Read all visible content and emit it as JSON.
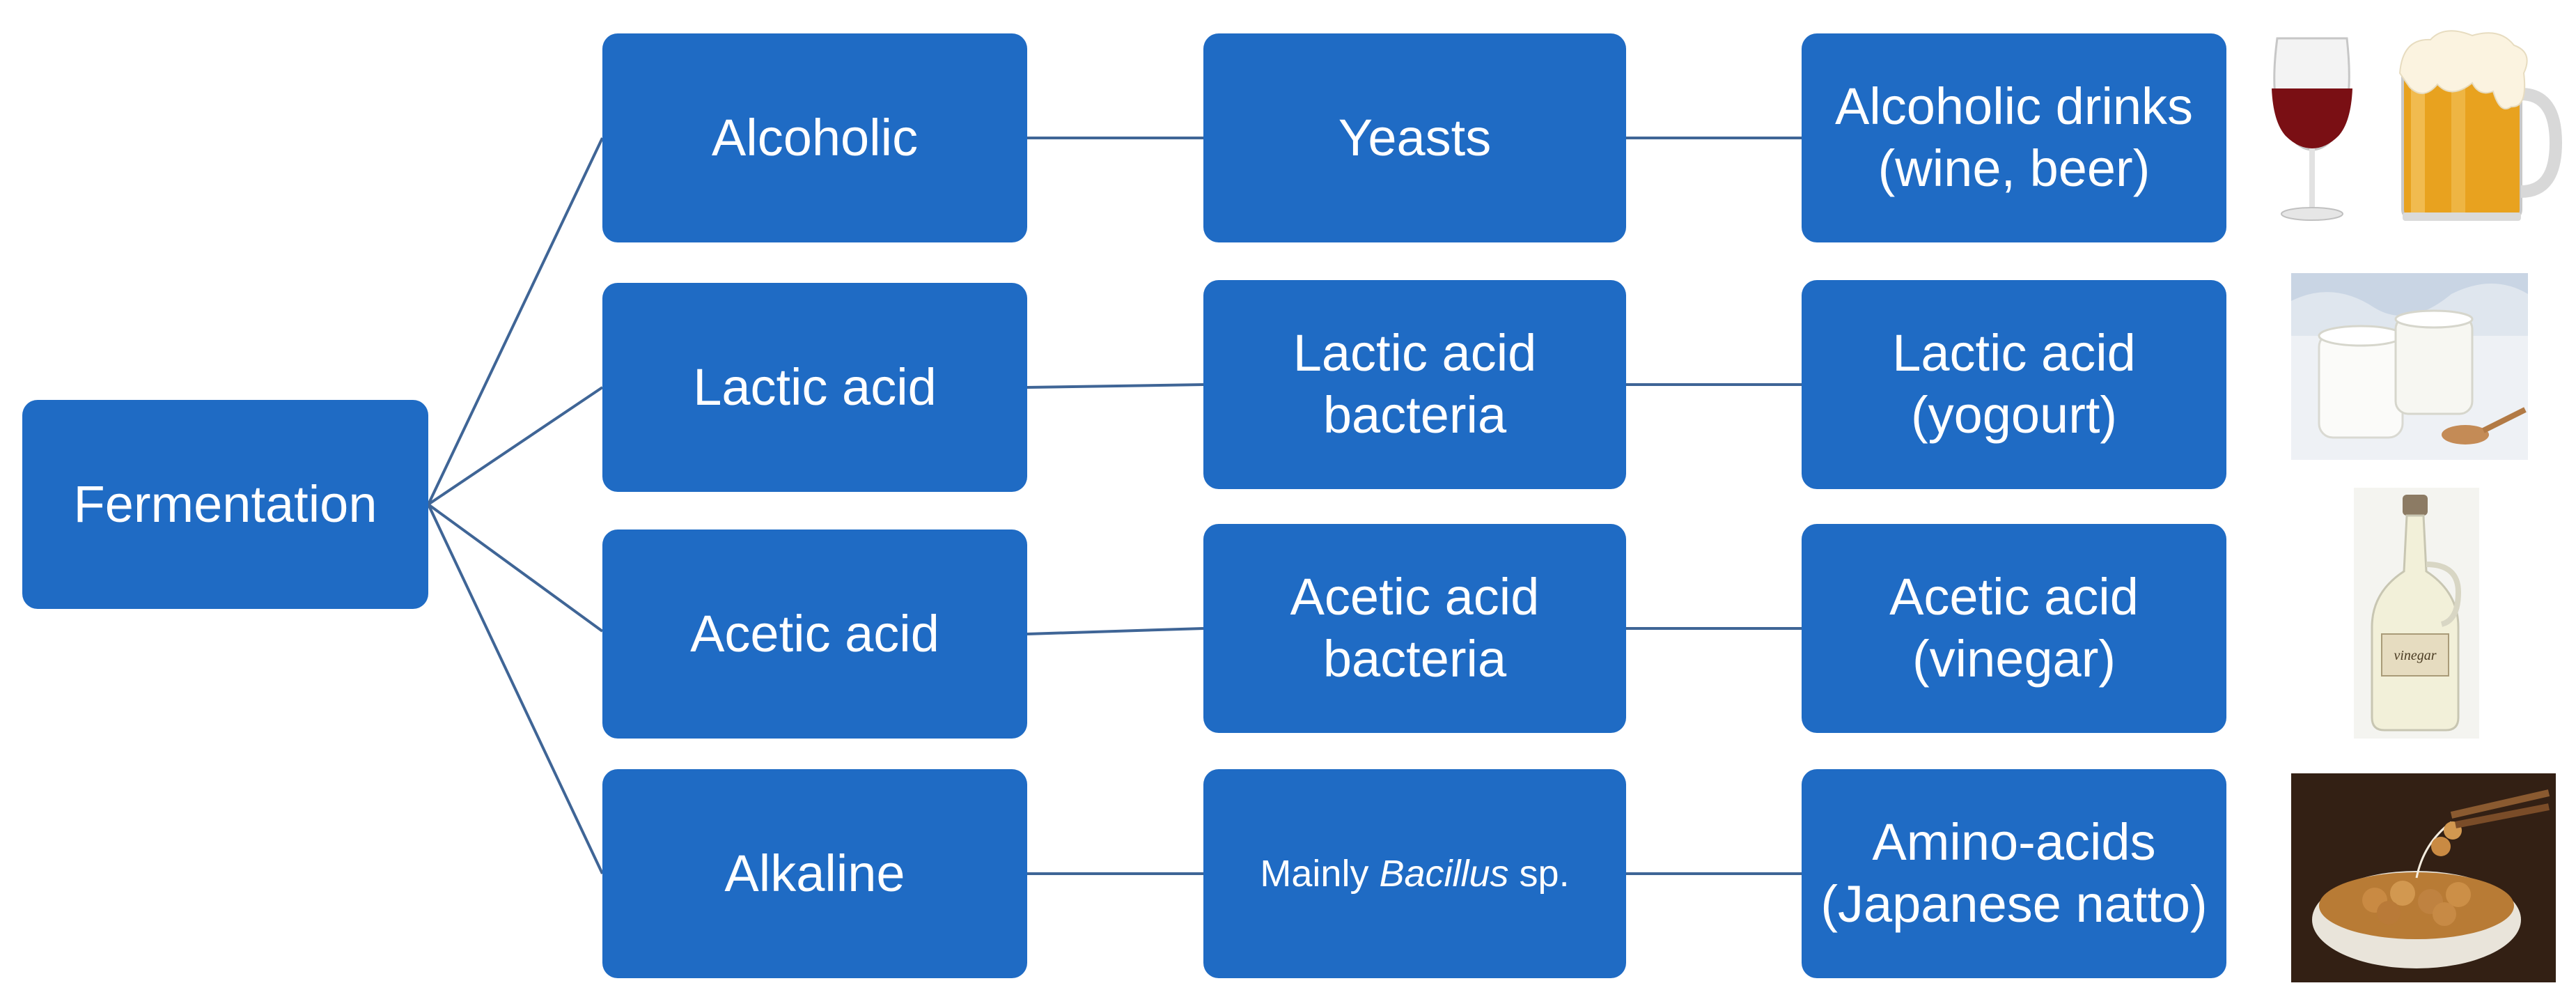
{
  "root": {
    "label": "Fermentation"
  },
  "rows": [
    {
      "type": "Alcoholic",
      "agent": [
        "Yeasts"
      ],
      "product": [
        "Alcoholic drinks",
        "(wine, beer)"
      ],
      "image": "wine-and-beer"
    },
    {
      "type": "Lactic acid",
      "agent": [
        "Lactic acid",
        "bacteria"
      ],
      "product": [
        "Lactic acid",
        "(yogourt)"
      ],
      "image": "yogurt"
    },
    {
      "type": "Acetic acid",
      "agent": [
        "Acetic acid",
        "bacteria"
      ],
      "product": [
        "Acetic acid",
        "(vinegar)"
      ],
      "image": "vinegar-bottle"
    },
    {
      "type": "Alkaline",
      "agent_parts": {
        "prefix": "Mainly ",
        "italic": "Bacillus",
        "suffix": " sp."
      },
      "product": [
        "Amino-acids",
        "(Japanese natto)"
      ],
      "image": "natto-bowl"
    }
  ],
  "vinegar_label": "vinegar",
  "colors": {
    "box": "#1f6bc4",
    "line": "#3f6596",
    "text": "#ffffff"
  }
}
